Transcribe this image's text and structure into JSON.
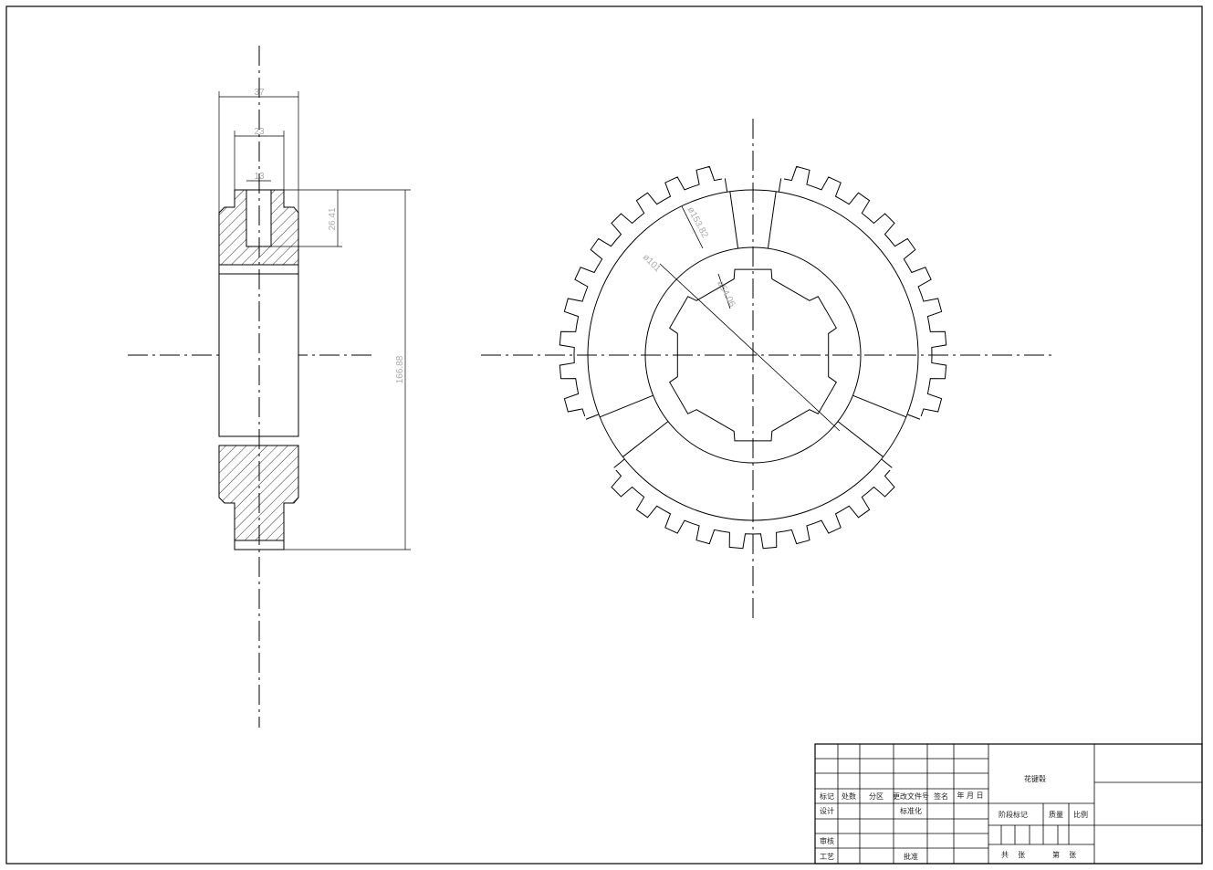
{
  "dimensions": {
    "width_outer": "37",
    "width_hub": "23",
    "width_slot": "13",
    "slot_depth": "26.41",
    "height_total": "166.88",
    "dia_ring": "ø153.82",
    "dia_inner": "ø101",
    "dia_spline": "ø54.06"
  },
  "title_block": {
    "part_name": "花键毂",
    "headers": [
      "标记",
      "处数",
      "分区",
      "更改文件号",
      "签名",
      "年 月 日"
    ],
    "design": "设计",
    "standardize": "标准化",
    "review": "审核",
    "process": "工艺",
    "approve": "批准",
    "stage_mark": "阶段标记",
    "mass": "质量",
    "scale": "比例",
    "total_sheets": "共    张",
    "sheet_no": "第    张"
  }
}
